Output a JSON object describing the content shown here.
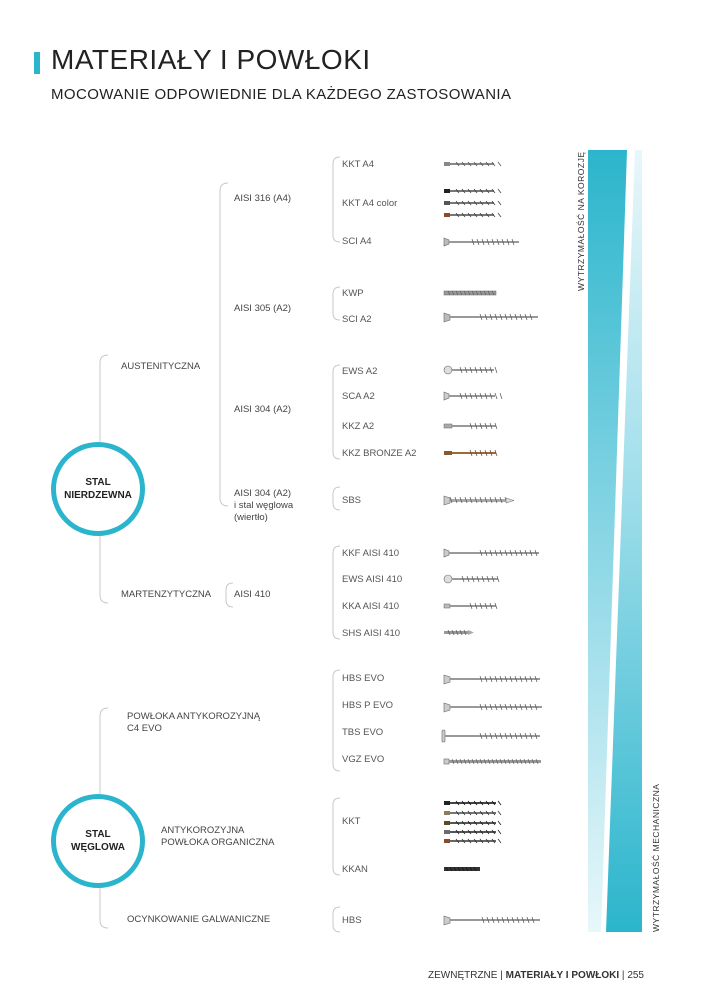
{
  "header": {
    "title": "MATERIAŁY I POWŁOKI",
    "subtitle": "MOCOWANIE ODPOWIEDNIE DLA KAŻDEGO ZASTOSOWANIA"
  },
  "colors": {
    "accent": "#2bb5cc",
    "line": "#c8c8c8"
  },
  "groups": {
    "stainless": {
      "name_line1": "STAL",
      "name_line2": "NIERDZEWNA"
    },
    "carbon": {
      "name_line1": "STAL",
      "name_line2": "WĘGLOWA"
    }
  },
  "categories": {
    "austenitic": "AUSTENITYCZNA",
    "martensitic": "MARTENZYTYCZNA",
    "coating_c4": "POWŁOKA ANTYKOROZYJNĄ\nC4 EVO",
    "coating_organic": "ANTYKOROZYJNA\nPOWŁOKA ORGANICZNA",
    "galvanic": "OCYNKOWANIE GALWANICZNE"
  },
  "grades": {
    "a4": "AISI 316 (A4)",
    "a2_305": "AISI 305 (A2)",
    "a2_304": "AISI 304 (A2)",
    "a2_carbon": "AISI 304 (A2)\ni stal węglowa\n(wiertło)",
    "aisi410": "AISI 410"
  },
  "products": {
    "kkt_a4": "KKT A4",
    "kkt_a4_color": "KKT A4 color",
    "sci_a4": "SCI A4",
    "kwp": "KWP",
    "sci_a2": "SCI A2",
    "ews_a2": "EWS A2",
    "sca_a2": "SCA A2",
    "kkz_a2": "KKZ A2",
    "kkz_bronze_a2": "KKZ BRONZE A2",
    "sbs": "SBS",
    "kkf_aisi410": "KKF AISI 410",
    "ews_aisi410": "EWS AISI 410",
    "kka_aisi410": "KKA AISI 410",
    "shs_aisi410": "SHS AISI 410",
    "hbs_evo": "HBS EVO",
    "hbs_p_evo": "HBS P EVO",
    "tbs_evo": "TBS EVO",
    "vgz_evo": "VGZ EVO",
    "kkt": "KKT",
    "kkan": "KKAN",
    "hbs": "HBS"
  },
  "scales": {
    "corrosion": "WYTRZYMAŁOŚĆ NA KOROZJĘ",
    "mechanical": "WYTRZYMAŁOŚĆ MECHANICZNA"
  },
  "footer": {
    "section": "ZEWNĘTRZNE",
    "sep": "|",
    "chapter": "MATERIAŁY I POWŁOKI",
    "page": "255"
  }
}
